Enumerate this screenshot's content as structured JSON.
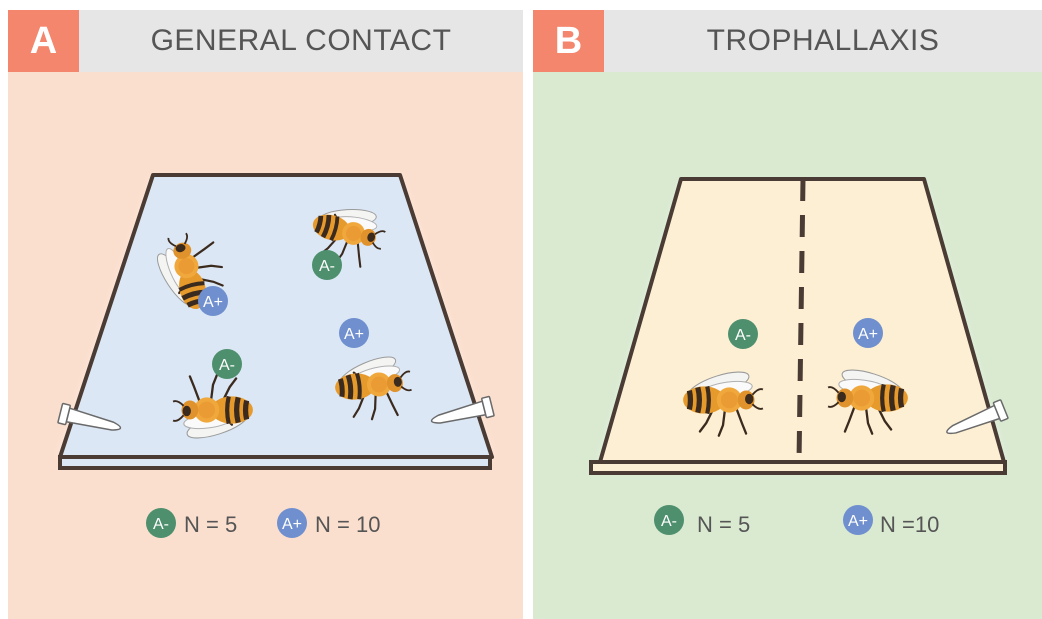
{
  "panels": [
    {
      "letter": "A",
      "title": "GENERAL CONTACT",
      "arena_badges": [
        "A+",
        "A-",
        "A-",
        "A+"
      ],
      "legend": [
        {
          "badge": "A-",
          "text": "N = 5"
        },
        {
          "badge": "A+",
          "text": "N = 10"
        }
      ]
    },
    {
      "letter": "B",
      "title": "TROPHALLAXIS",
      "arena_badges": [
        "A-",
        "A+"
      ],
      "legend": [
        {
          "badge": "A-",
          "text": "N = 5"
        },
        {
          "badge": "A+",
          "text": "N =10"
        }
      ]
    }
  ],
  "colors": {
    "a_minus": "#4e8f6e",
    "a_plus": "#6f8fce",
    "letter_box": "#f4866d",
    "panel_a_bg": "#fbdfce",
    "panel_b_bg": "#d9ead1",
    "arena_a_fill": "#dbe7f5",
    "arena_b_fill": "#fdefd3",
    "outline": "#4a3c34"
  },
  "icons": [
    "bee-icon",
    "tube-icon",
    "divider-line"
  ]
}
